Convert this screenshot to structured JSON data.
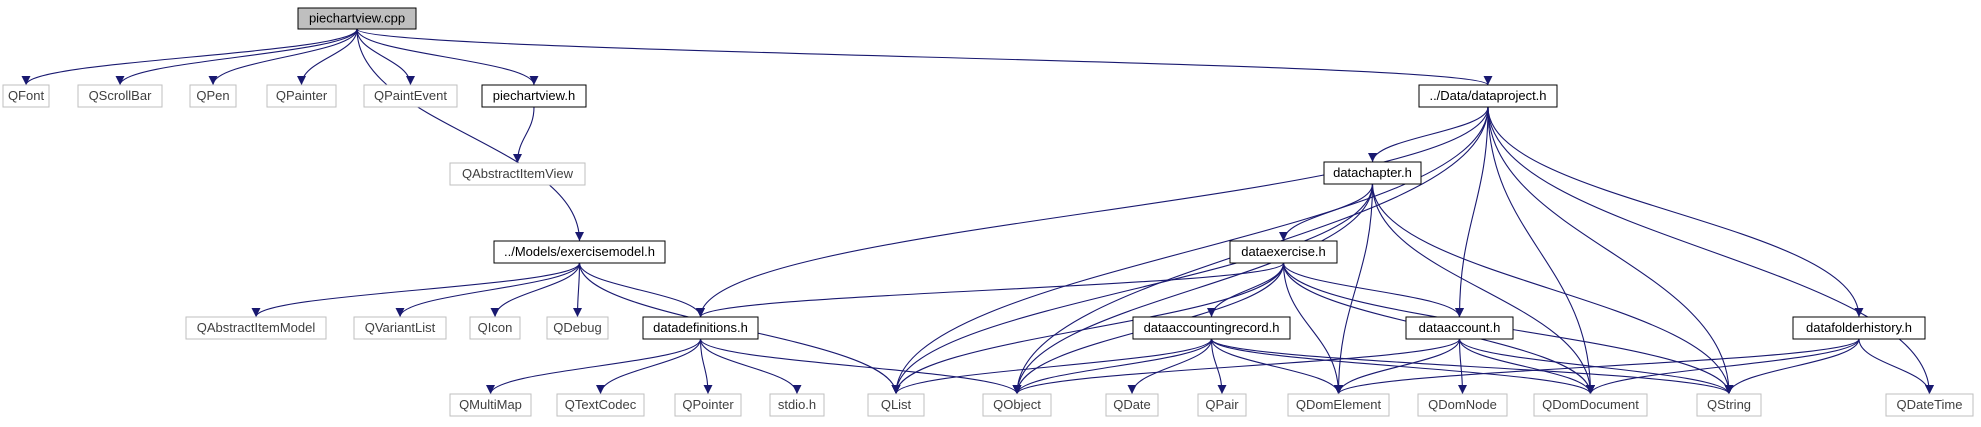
{
  "graph": {
    "nodes": [
      {
        "id": "piechartview_cpp",
        "label": "piechartview.cpp",
        "kind": "root"
      },
      {
        "id": "QFont",
        "label": "QFont",
        "kind": "external"
      },
      {
        "id": "QScrollBar",
        "label": "QScrollBar",
        "kind": "external"
      },
      {
        "id": "QPen",
        "label": "QPen",
        "kind": "external"
      },
      {
        "id": "QPainter",
        "label": "QPainter",
        "kind": "external"
      },
      {
        "id": "QPaintEvent",
        "label": "QPaintEvent",
        "kind": "external"
      },
      {
        "id": "piechartview_h",
        "label": "piechartview.h",
        "kind": "file"
      },
      {
        "id": "dataproject_h",
        "label": "../Data/dataproject.h",
        "kind": "file"
      },
      {
        "id": "QAbstractItemView",
        "label": "QAbstractItemView",
        "kind": "external"
      },
      {
        "id": "datachapter_h",
        "label": "datachapter.h",
        "kind": "file"
      },
      {
        "id": "exercisemodel_h",
        "label": "../Models/exercisemodel.h",
        "kind": "file"
      },
      {
        "id": "dataexercise_h",
        "label": "dataexercise.h",
        "kind": "file"
      },
      {
        "id": "QAbstractItemModel",
        "label": "QAbstractItemModel",
        "kind": "external"
      },
      {
        "id": "QVariantList",
        "label": "QVariantList",
        "kind": "external"
      },
      {
        "id": "QIcon",
        "label": "QIcon",
        "kind": "external"
      },
      {
        "id": "QDebug",
        "label": "QDebug",
        "kind": "external"
      },
      {
        "id": "datadefinitions_h",
        "label": "datadefinitions.h",
        "kind": "file"
      },
      {
        "id": "dataaccountingrecord_h",
        "label": "dataaccountingrecord.h",
        "kind": "file"
      },
      {
        "id": "dataaccount_h",
        "label": "dataaccount.h",
        "kind": "file"
      },
      {
        "id": "datafolderhistory_h",
        "label": "datafolderhistory.h",
        "kind": "file"
      },
      {
        "id": "QMultiMap",
        "label": "QMultiMap",
        "kind": "external"
      },
      {
        "id": "QTextCodec",
        "label": "QTextCodec",
        "kind": "external"
      },
      {
        "id": "QPointer",
        "label": "QPointer",
        "kind": "external"
      },
      {
        "id": "stdio_h",
        "label": "stdio.h",
        "kind": "external"
      },
      {
        "id": "QList",
        "label": "QList",
        "kind": "external"
      },
      {
        "id": "QObject",
        "label": "QObject",
        "kind": "external"
      },
      {
        "id": "QDate",
        "label": "QDate",
        "kind": "external"
      },
      {
        "id": "QPair",
        "label": "QPair",
        "kind": "external"
      },
      {
        "id": "QDomElement",
        "label": "QDomElement",
        "kind": "external"
      },
      {
        "id": "QDomNode",
        "label": "QDomNode",
        "kind": "external"
      },
      {
        "id": "QDomDocument",
        "label": "QDomDocument",
        "kind": "external"
      },
      {
        "id": "QString",
        "label": "QString",
        "kind": "external"
      },
      {
        "id": "QDateTime",
        "label": "QDateTime",
        "kind": "external"
      }
    ],
    "edges": [
      [
        "piechartview_cpp",
        "QFont"
      ],
      [
        "piechartview_cpp",
        "QScrollBar"
      ],
      [
        "piechartview_cpp",
        "QPen"
      ],
      [
        "piechartview_cpp",
        "QPainter"
      ],
      [
        "piechartview_cpp",
        "QPaintEvent"
      ],
      [
        "piechartview_cpp",
        "piechartview_h"
      ],
      [
        "piechartview_cpp",
        "dataproject_h"
      ],
      [
        "piechartview_cpp",
        "exercisemodel_h"
      ],
      [
        "piechartview_h",
        "QAbstractItemView"
      ],
      [
        "dataproject_h",
        "datadefinitions_h"
      ],
      [
        "dataproject_h",
        "QList"
      ],
      [
        "dataproject_h",
        "QObject"
      ],
      [
        "dataproject_h",
        "datachapter_h"
      ],
      [
        "dataproject_h",
        "dataaccount_h"
      ],
      [
        "dataproject_h",
        "QDomDocument"
      ],
      [
        "dataproject_h",
        "datafolderhistory_h"
      ],
      [
        "dataproject_h",
        "QString"
      ],
      [
        "dataproject_h",
        "QDateTime"
      ],
      [
        "datachapter_h",
        "QList"
      ],
      [
        "datachapter_h",
        "QObject"
      ],
      [
        "datachapter_h",
        "dataexercise_h"
      ],
      [
        "datachapter_h",
        "QDomElement"
      ],
      [
        "datachapter_h",
        "QDomDocument"
      ],
      [
        "datachapter_h",
        "QString"
      ],
      [
        "exercisemodel_h",
        "QAbstractItemModel"
      ],
      [
        "exercisemodel_h",
        "QVariantList"
      ],
      [
        "exercisemodel_h",
        "QIcon"
      ],
      [
        "exercisemodel_h",
        "QDebug"
      ],
      [
        "exercisemodel_h",
        "datadefinitions_h"
      ],
      [
        "exercisemodel_h",
        "QList"
      ],
      [
        "dataexercise_h",
        "datadefinitions_h"
      ],
      [
        "dataexercise_h",
        "QList"
      ],
      [
        "dataexercise_h",
        "QObject"
      ],
      [
        "dataexercise_h",
        "dataaccountingrecord_h"
      ],
      [
        "dataexercise_h",
        "dataaccount_h"
      ],
      [
        "dataexercise_h",
        "QDomElement"
      ],
      [
        "dataexercise_h",
        "QDomDocument"
      ],
      [
        "dataexercise_h",
        "QString"
      ],
      [
        "datadefinitions_h",
        "QMultiMap"
      ],
      [
        "datadefinitions_h",
        "QTextCodec"
      ],
      [
        "datadefinitions_h",
        "QPointer"
      ],
      [
        "datadefinitions_h",
        "stdio_h"
      ],
      [
        "datadefinitions_h",
        "QObject"
      ],
      [
        "dataaccountingrecord_h",
        "QList"
      ],
      [
        "dataaccountingrecord_h",
        "QObject"
      ],
      [
        "dataaccountingrecord_h",
        "QDate"
      ],
      [
        "dataaccountingrecord_h",
        "QPair"
      ],
      [
        "dataaccountingrecord_h",
        "QDomElement"
      ],
      [
        "dataaccountingrecord_h",
        "QDomDocument"
      ],
      [
        "dataaccountingrecord_h",
        "QString"
      ],
      [
        "dataaccount_h",
        "QObject"
      ],
      [
        "dataaccount_h",
        "QDomElement"
      ],
      [
        "dataaccount_h",
        "QDomNode"
      ],
      [
        "dataaccount_h",
        "QDomDocument"
      ],
      [
        "dataaccount_h",
        "QString"
      ],
      [
        "datafolderhistory_h",
        "QDomElement"
      ],
      [
        "datafolderhistory_h",
        "QDomDocument"
      ],
      [
        "datafolderhistory_h",
        "QString"
      ],
      [
        "datafolderhistory_h",
        "QDateTime"
      ]
    ]
  },
  "colors": {
    "edge": "#191970",
    "root_fill": "#bfbfbf",
    "node_border": "#000000",
    "external_border": "#bfbfbf",
    "external_text": "#404040",
    "text": "#000000"
  }
}
